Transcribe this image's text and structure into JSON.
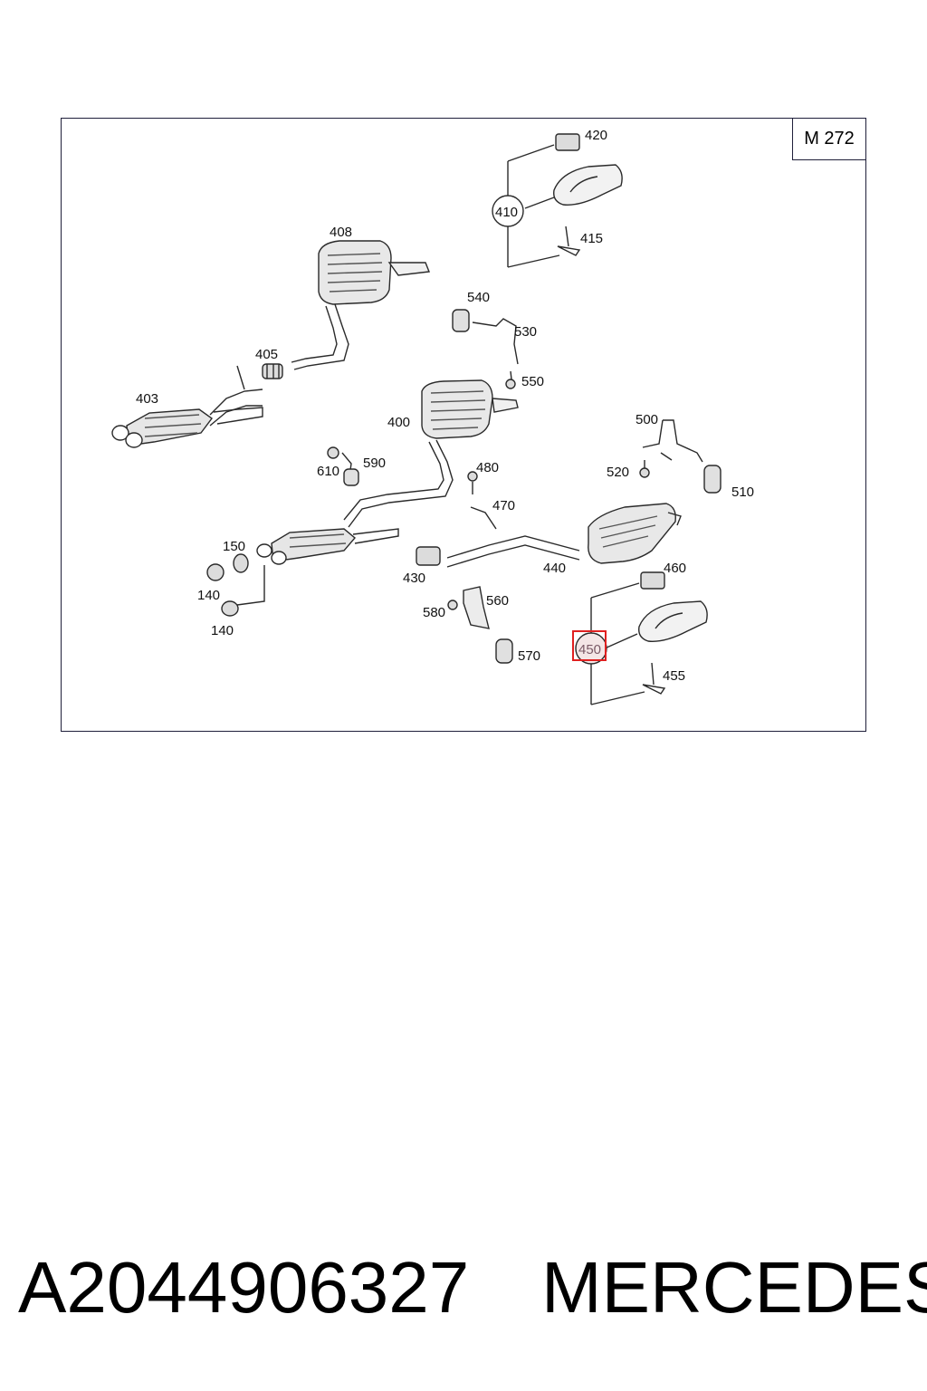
{
  "diagram": {
    "model": "M 272",
    "highlight_color": "#e02020",
    "labels": [
      {
        "id": "420",
        "text": "420"
      },
      {
        "id": "410",
        "text": "410"
      },
      {
        "id": "415",
        "text": "415"
      },
      {
        "id": "408",
        "text": "408"
      },
      {
        "id": "540",
        "text": "540"
      },
      {
        "id": "530",
        "text": "530"
      },
      {
        "id": "405",
        "text": "405"
      },
      {
        "id": "550",
        "text": "550"
      },
      {
        "id": "403",
        "text": "403"
      },
      {
        "id": "400",
        "text": "400"
      },
      {
        "id": "500",
        "text": "500"
      },
      {
        "id": "480",
        "text": "480"
      },
      {
        "id": "610",
        "text": "610"
      },
      {
        "id": "590",
        "text": "590"
      },
      {
        "id": "520",
        "text": "520"
      },
      {
        "id": "510",
        "text": "510"
      },
      {
        "id": "470",
        "text": "470"
      },
      {
        "id": "150",
        "text": "150"
      },
      {
        "id": "440",
        "text": "440"
      },
      {
        "id": "430",
        "text": "430"
      },
      {
        "id": "460",
        "text": "460"
      },
      {
        "id": "140a",
        "text": "140"
      },
      {
        "id": "560",
        "text": "560"
      },
      {
        "id": "580",
        "text": "580"
      },
      {
        "id": "140b",
        "text": "140"
      },
      {
        "id": "450",
        "text": "450"
      },
      {
        "id": "570",
        "text": "570"
      },
      {
        "id": "455",
        "text": "455"
      }
    ]
  },
  "footer": {
    "part_number": "A2044906327",
    "brand": "MERCEDES"
  }
}
